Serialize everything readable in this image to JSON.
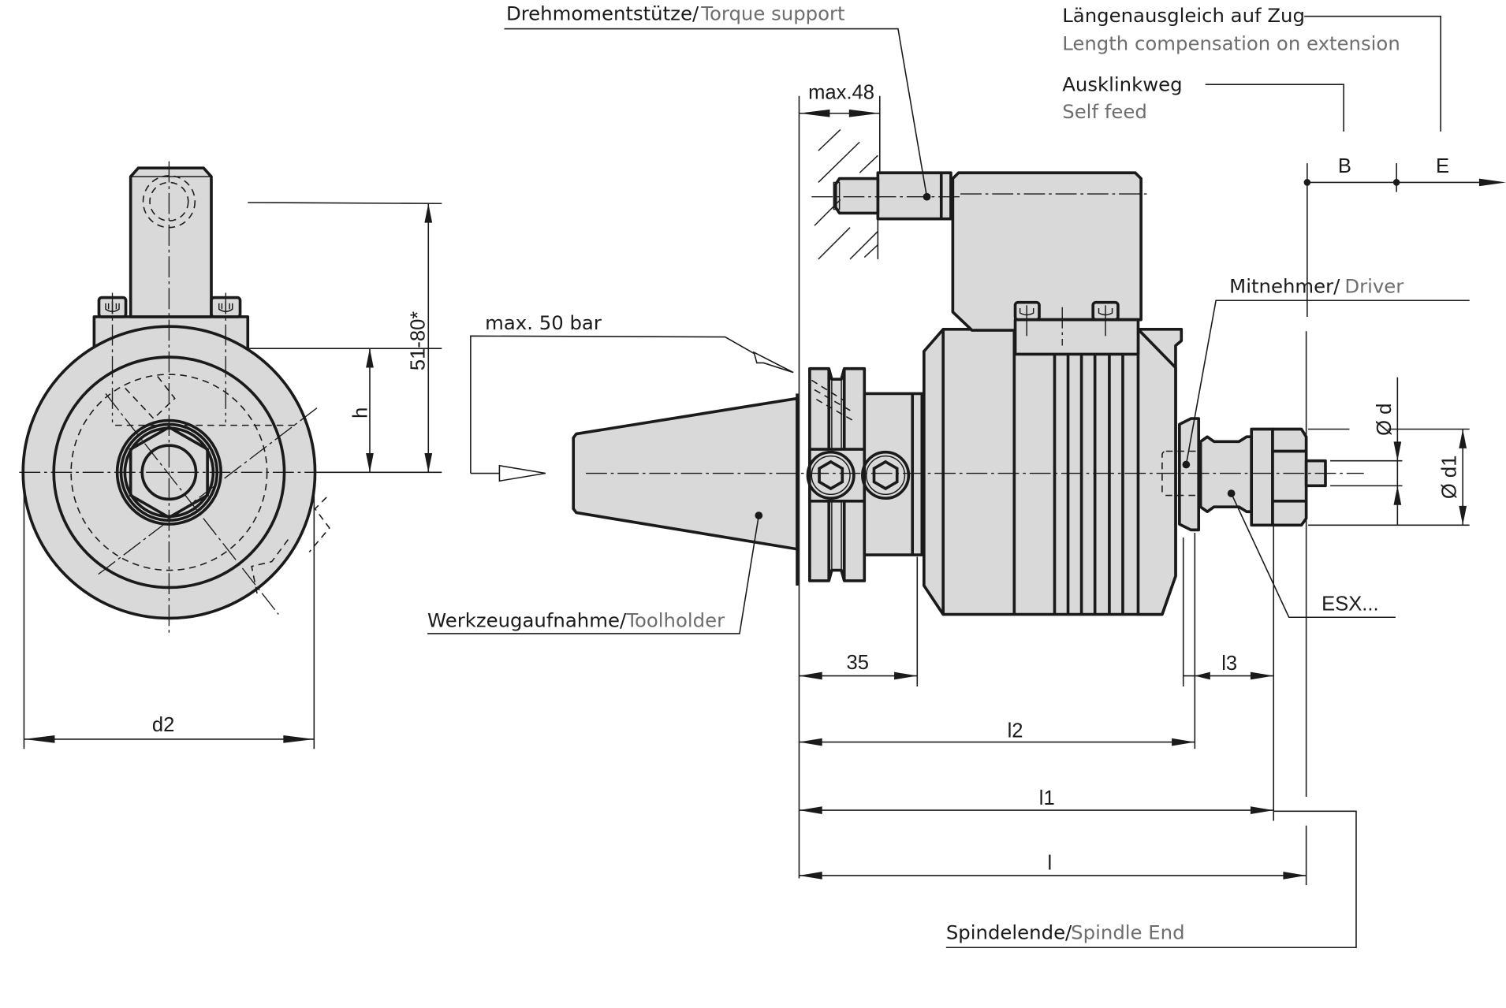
{
  "drawing": {
    "title": "Tapping attachment technical drawing",
    "colors": {
      "part_fill": "#d9d9d9",
      "line": "#1a1a1a",
      "english_label": "#6e6e6e"
    }
  },
  "callouts": {
    "torque_support": {
      "de": "Drehmomentstütze/",
      "en": "Torque support"
    },
    "length_comp": {
      "de": "Längenausgleich auf Zug",
      "en": "Length compensation on extension"
    },
    "self_feed": {
      "de": "Ausklinkweg",
      "en": "Self feed"
    },
    "driver": {
      "de": "Mitnehmer/",
      "en": "Driver"
    },
    "toolholder": {
      "de": "Werkzeugaufnahme/",
      "en": "Toolholder"
    },
    "spindle_end": {
      "de": "Spindelende/",
      "en": "Spindle End"
    },
    "collet": "ESX...",
    "coolant": "max. 50 bar"
  },
  "dimensions": {
    "max48": "max.48",
    "d35": "35",
    "h": "h",
    "height_range": "51-80*",
    "d2": "d2",
    "l3": "l3",
    "l2": "l2",
    "l1": "l1",
    "l": "l",
    "phi_d": "Ø d",
    "phi_d1": "Ø d1",
    "B": "B",
    "E": "E"
  }
}
